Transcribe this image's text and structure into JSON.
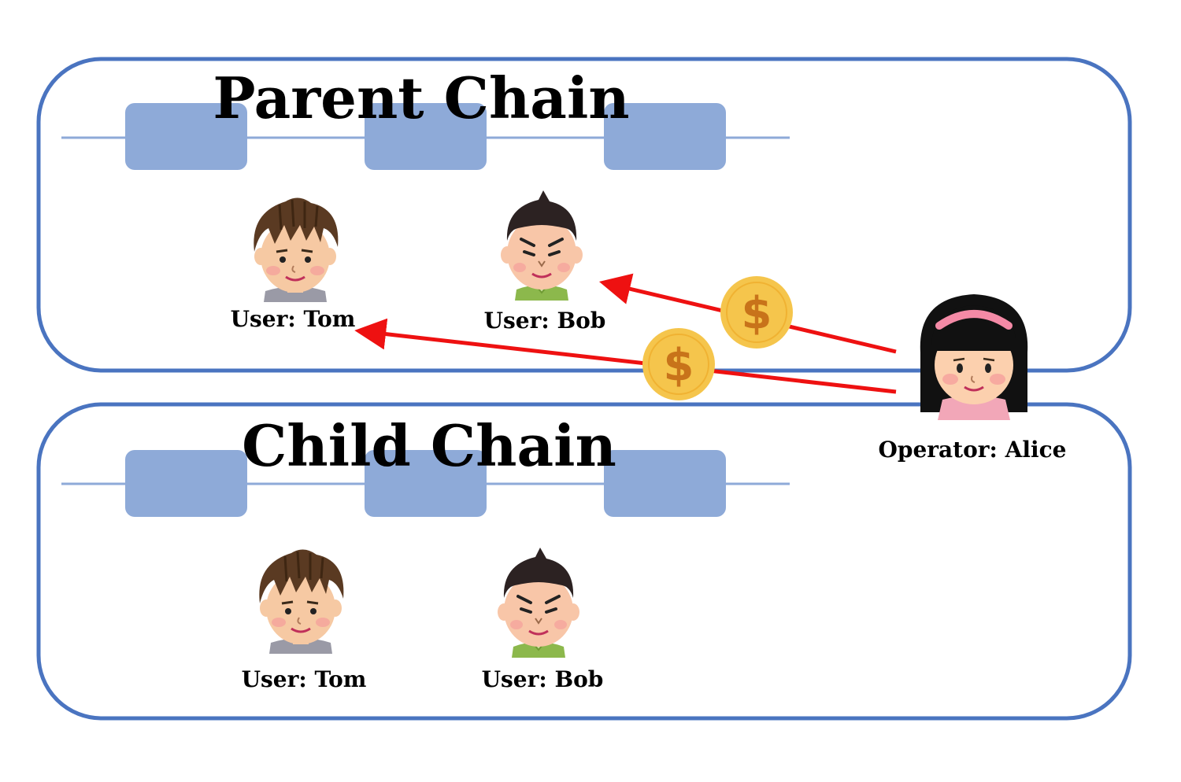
{
  "parent_chain": {
    "title": "Parent Chain",
    "users": [
      {
        "name": "tom",
        "label": "User: Tom"
      },
      {
        "name": "bob",
        "label": "User: Bob"
      }
    ]
  },
  "child_chain": {
    "title": "Child Chain",
    "users": [
      {
        "name": "tom",
        "label": "User: Tom"
      },
      {
        "name": "bob",
        "label": "User: Bob"
      }
    ]
  },
  "operator": {
    "label": "Operator: Alice"
  },
  "payments": [
    {
      "from": "operator",
      "to": "parent-bob",
      "coin": "$"
    },
    {
      "from": "operator",
      "to": "parent-tom",
      "coin": "$"
    }
  ],
  "colors": {
    "chain_border": "#4a74c0",
    "block_fill": "#8eaad8",
    "chain_line": "#8eaad8",
    "arrow": "#ee1111",
    "coin": "#f5c54c",
    "coin_glyph": "#c8731a"
  }
}
